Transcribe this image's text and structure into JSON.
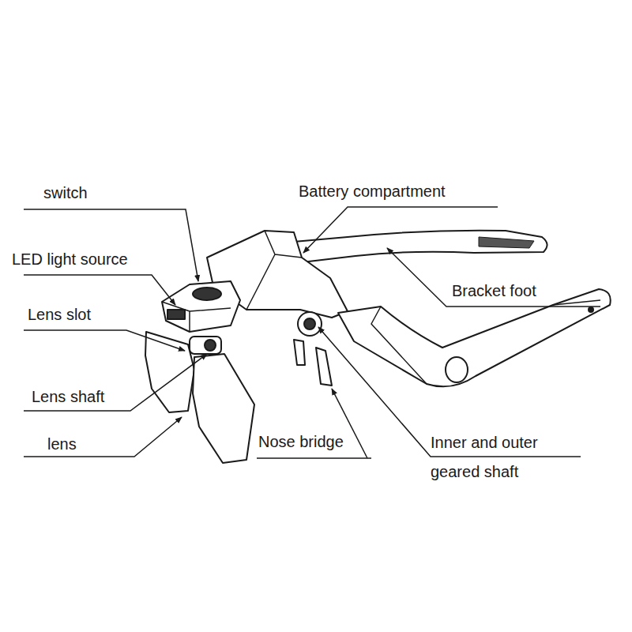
{
  "diagram": {
    "labels": [
      "switch",
      "Battery compartment",
      "LED light source",
      "Bracket foot",
      "Lens slot",
      "Lens shaft",
      "lens",
      "Nose bridge",
      "Inner and outer geared shaft"
    ]
  }
}
